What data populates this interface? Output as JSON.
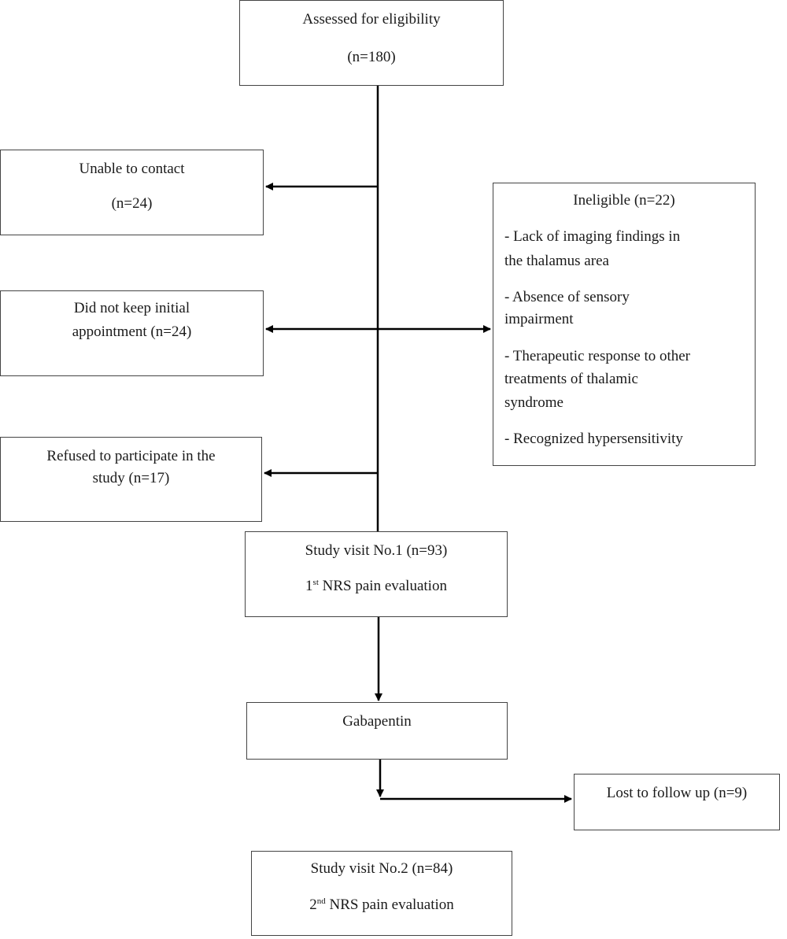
{
  "diagram": {
    "assessed": {
      "line1": "Assessed for eligibility",
      "line2": "(n=180)"
    },
    "unable": {
      "line1": "Unable to contact",
      "line2": "(n=24)"
    },
    "did_not_keep": {
      "line1": "Did not keep initial",
      "line2": "appointment (n=24)"
    },
    "refused": {
      "line1": "Refused to participate in the",
      "line2": "study (n=17)"
    },
    "ineligible": {
      "title": "Ineligible (n=22)",
      "items": [
        "- Lack of imaging findings in",
        "the thalamus area",
        "- Absence of sensory",
        "impairment",
        "- Therapeutic response to other",
        "treatments of thalamic",
        "syndrome",
        "- Recognized hypersensitivity"
      ]
    },
    "visit1": {
      "line1": "Study visit No.1 (n=93)",
      "ordinal_num": "1",
      "ordinal_sup": "st",
      "line2_rest": " NRS pain evaluation"
    },
    "gabapentin": {
      "label": "Gabapentin"
    },
    "lost": {
      "label": "Lost to follow up (n=9)"
    },
    "visit2": {
      "line1": "Study visit No.2 (n=84)",
      "ordinal_num": "2",
      "ordinal_sup": "nd",
      "line2_rest": " NRS pain evaluation"
    }
  }
}
